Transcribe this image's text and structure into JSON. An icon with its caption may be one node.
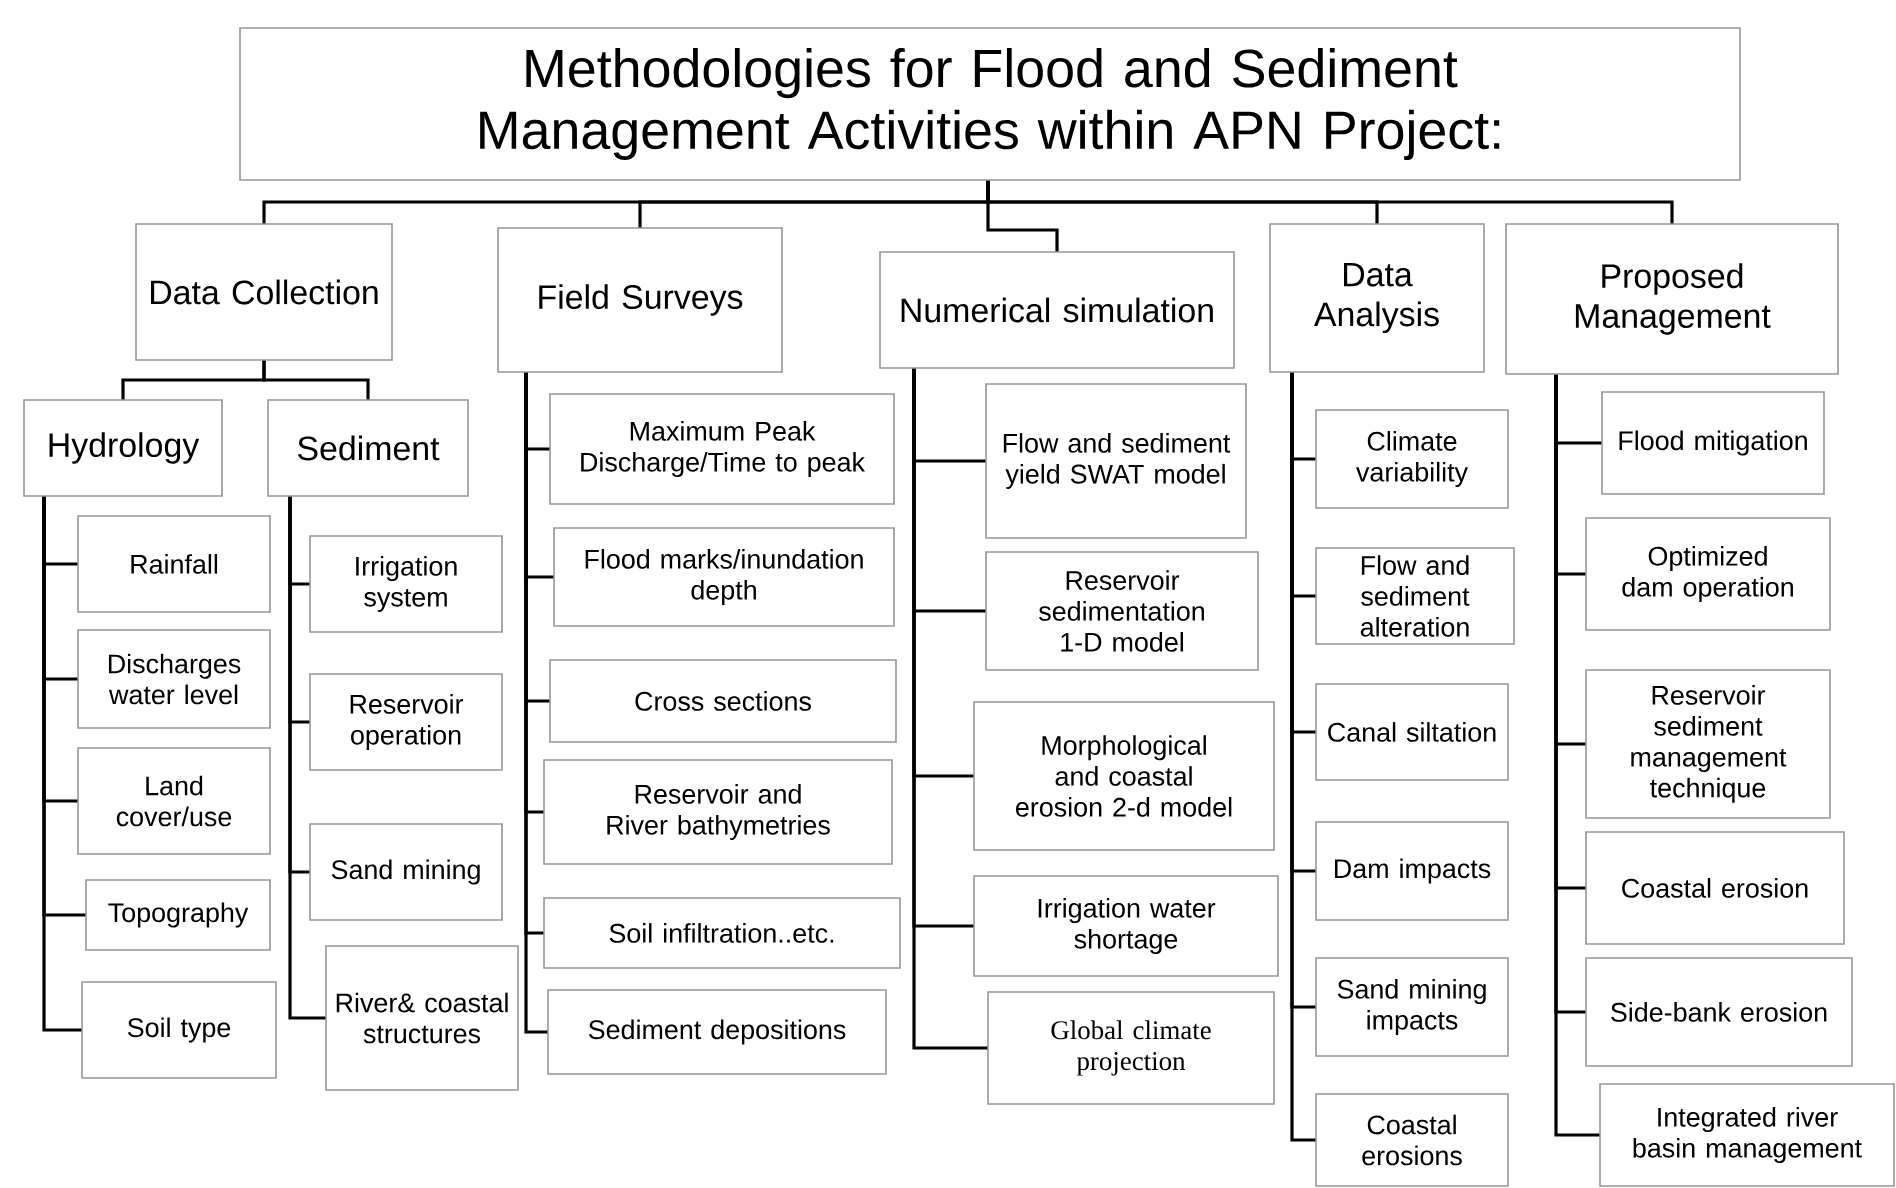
{
  "diagram": {
    "nodes": [
      {
        "text": [
          "Methodologies for Flood and Sediment Management Activities within APN Project:"
        ]
      },
      {
        "text": [
          "Data Collection"
        ]
      },
      {
        "text": [
          "Field Surveys"
        ]
      },
      {
        "text": [
          "Numerical simulation"
        ]
      },
      {
        "text": [
          "Data Analysis"
        ]
      },
      {
        "text": [
          "Proposed Management"
        ]
      },
      {
        "text": [
          "Hydrology"
        ]
      },
      {
        "text": [
          "Sediment"
        ]
      },
      {
        "text": [
          "Rainfall"
        ]
      },
      {
        "text": [
          "Discharges water level"
        ]
      },
      {
        "text": [
          "Land cover/use"
        ]
      },
      {
        "text": [
          "Topography"
        ]
      },
      {
        "text": [
          "Soil type"
        ]
      },
      {
        "text": [
          "Irrigation system"
        ]
      },
      {
        "text": [
          "Reservoir operation"
        ]
      },
      {
        "text": [
          "Sand mining"
        ]
      },
      {
        "text": [
          "River& coastal structures"
        ]
      },
      {
        "text": [
          "Maximum Peak Discharge/Time to peak"
        ]
      },
      {
        "text": [
          "Flood marks/inundation depth"
        ]
      },
      {
        "text": [
          "Cross sections"
        ]
      },
      {
        "text": [
          "Reservoir and River bathymetries"
        ]
      },
      {
        "text": [
          "Soil infiltration..etc."
        ]
      },
      {
        "text": [
          "Sediment depositions"
        ]
      },
      {
        "text": [
          "Flow and sediment yield SWAT model"
        ]
      },
      {
        "text": [
          "Reservoir sedimentation 1-D model"
        ]
      },
      {
        "text": [
          "Morphological and coastal erosion 2-d model"
        ]
      },
      {
        "text": [
          "Irrigation water shortage"
        ]
      },
      {
        "text": [
          "Global climate projection"
        ]
      },
      {
        "text": [
          "Climate variability"
        ]
      },
      {
        "text": [
          "Flow and sediment alteration"
        ]
      },
      {
        "text": [
          "Canal siltation"
        ]
      },
      {
        "text": [
          "Dam impacts"
        ]
      },
      {
        "text": [
          "Sand mining impacts"
        ]
      },
      {
        "text": [
          "Coastal erosions"
        ]
      },
      {
        "text": [
          "Flood mitigation"
        ]
      },
      {
        "text": [
          "Optimized dam operation"
        ]
      },
      {
        "text": [
          "Reservoir sediment management technique"
        ]
      },
      {
        "text": [
          "Coastal erosion"
        ]
      },
      {
        "text": [
          "Side-bank erosion"
        ]
      },
      {
        "text": [
          "Integrated river basin management"
        ]
      }
    ],
    "edges": [
      {
        "from": 0,
        "to": 1,
        "arrow": "none"
      },
      {
        "from": 0,
        "to": 2,
        "arrow": "none"
      },
      {
        "from": 0,
        "to": 3,
        "arrow": "none"
      },
      {
        "from": 0,
        "to": 4,
        "arrow": "none"
      },
      {
        "from": 0,
        "to": 5,
        "arrow": "none"
      },
      {
        "from": 1,
        "to": 6,
        "arrow": "none"
      },
      {
        "from": 1,
        "to": 7,
        "arrow": "none"
      },
      {
        "from": 6,
        "to": 8,
        "arrow": "none"
      },
      {
        "from": 6,
        "to": 9,
        "arrow": "none"
      },
      {
        "from": 6,
        "to": 10,
        "arrow": "none"
      },
      {
        "from": 6,
        "to": 11,
        "arrow": "none"
      },
      {
        "from": 6,
        "to": 12,
        "arrow": "none"
      },
      {
        "from": 7,
        "to": 13,
        "arrow": "none"
      },
      {
        "from": 7,
        "to": 14,
        "arrow": "none"
      },
      {
        "from": 7,
        "to": 15,
        "arrow": "none"
      },
      {
        "from": 7,
        "to": 16,
        "arrow": "none"
      },
      {
        "from": 2,
        "to": 17,
        "arrow": "none"
      },
      {
        "from": 2,
        "to": 18,
        "arrow": "none"
      },
      {
        "from": 2,
        "to": 19,
        "arrow": "none"
      },
      {
        "from": 2,
        "to": 20,
        "arrow": "none"
      },
      {
        "from": 2,
        "to": 21,
        "arrow": "none"
      },
      {
        "from": 2,
        "to": 22,
        "arrow": "none"
      },
      {
        "from": 3,
        "to": 23,
        "arrow": "none"
      },
      {
        "from": 3,
        "to": 24,
        "arrow": "none"
      },
      {
        "from": 3,
        "to": 25,
        "arrow": "none"
      },
      {
        "from": 3,
        "to": 26,
        "arrow": "none"
      },
      {
        "from": 3,
        "to": 27,
        "arrow": "none"
      },
      {
        "from": 4,
        "to": 28,
        "arrow": "none"
      },
      {
        "from": 4,
        "to": 29,
        "arrow": "none"
      },
      {
        "from": 4,
        "to": 30,
        "arrow": "none"
      },
      {
        "from": 4,
        "to": 31,
        "arrow": "none"
      },
      {
        "from": 4,
        "to": 32,
        "arrow": "none"
      },
      {
        "from": 4,
        "to": 33,
        "arrow": "none"
      },
      {
        "from": 5,
        "to": 34,
        "arrow": "none"
      },
      {
        "from": 5,
        "to": 35,
        "arrow": "none"
      },
      {
        "from": 5,
        "to": 36,
        "arrow": "none"
      },
      {
        "from": 5,
        "to": 37,
        "arrow": "none"
      },
      {
        "from": 5,
        "to": 38,
        "arrow": "none"
      },
      {
        "from": 5,
        "to": 39,
        "arrow": "none"
      }
    ]
  }
}
